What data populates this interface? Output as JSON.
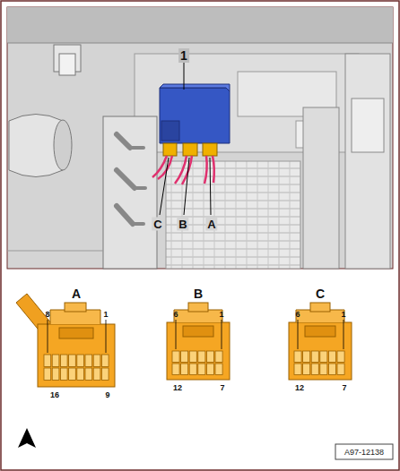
{
  "diagram": {
    "labels": [
      "1",
      "C",
      "B",
      "A",
      "A",
      "8",
      "1",
      "16",
      "9",
      "B",
      "6",
      "1",
      "12",
      "7",
      "C",
      "6",
      "1",
      "12",
      "7",
      "A97-12138"
    ]
  }
}
